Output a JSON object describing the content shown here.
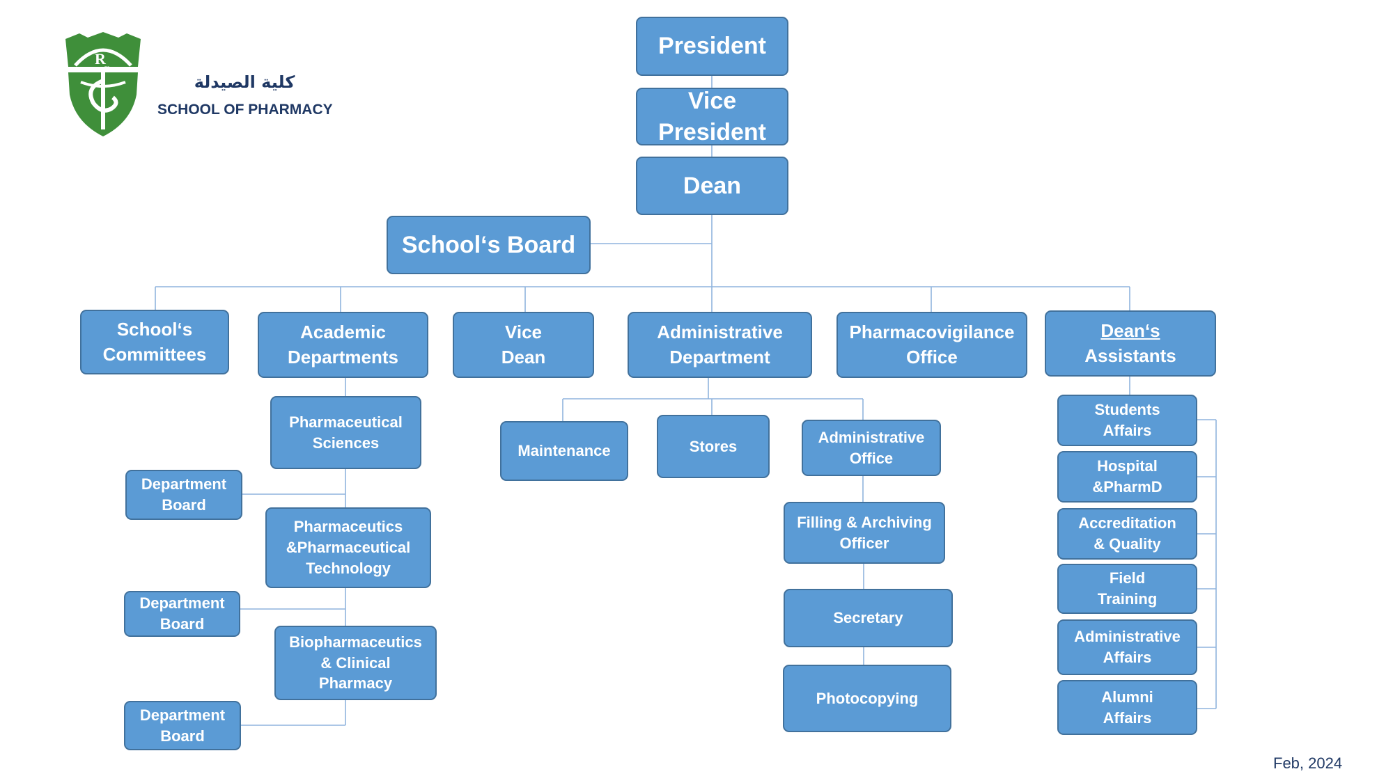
{
  "header": {
    "college_arabic": "كلية الصيدلة",
    "school_name": "SCHOOL OF PHARMACY",
    "logo_icon": "school-of-pharmacy-crest-icon"
  },
  "footer": {
    "date": "Feb, 2024"
  },
  "colors": {
    "box_fill": "#5b9bd5",
    "box_border": "#41719c",
    "connector": "#8fb4dd",
    "title_text": "#1f3864",
    "logo_green": "#3f8f3a"
  },
  "org": {
    "president": "President",
    "vice_president": "Vice\nPresident",
    "dean": "Dean",
    "schools_board": "School‘s Board",
    "schools_committees": "School‘s\nCommittees",
    "academic_departments": "Academic\nDepartments",
    "vice_dean": "Vice\nDean",
    "administrative_department": "Administrative\nDepartment",
    "pharmacovigilance_office": "Pharmacovigilance\nOffice",
    "deans_assistants_title": "Dean‘s",
    "deans_assistants_sub": "Assistants",
    "academic": {
      "pharmaceutical_sciences": "Pharmaceutical\nSciences",
      "pharmaceutics": "Pharmaceutics\n&Pharmaceutical\nTechnology",
      "biopharmaceutics": "Biopharmaceutics\n& Clinical\nPharmacy",
      "department_board_1": "Department\nBoard",
      "department_board_2": "Department\nBoard",
      "department_board_3": "Department\nBoard"
    },
    "administrative": {
      "maintenance": "Maintenance",
      "stores": "Stores",
      "administrative_office": "Administrative\nOffice",
      "filling_archiving": "Filling & Archiving\nOfficer",
      "secretary": "Secretary",
      "photocopying": "Photocopying"
    },
    "assistants": {
      "students_affairs": "Students\nAffairs",
      "hospital_pharmd": "Hospital\n&PharmD",
      "accreditation_quality": "Accreditation\n& Quality",
      "field_training": "Field\nTraining",
      "administrative_affairs": "Administrative\nAffairs",
      "alumni_affairs": "Alumni\nAffairs"
    }
  }
}
